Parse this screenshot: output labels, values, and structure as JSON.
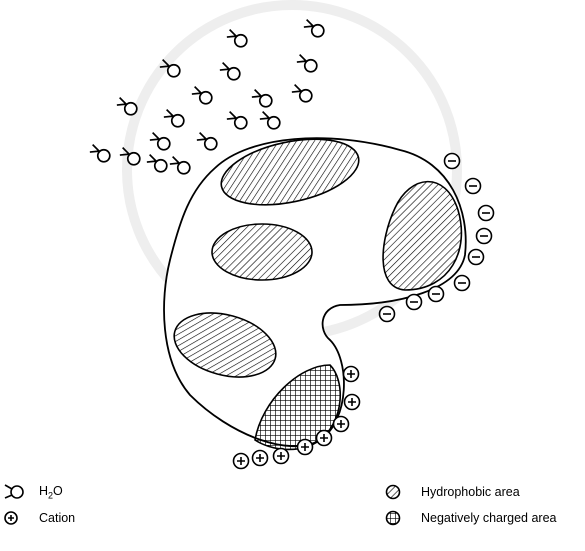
{
  "legend": {
    "water": {
      "label_main": "H",
      "label_sub": "2",
      "label_tail": "O",
      "icon": "water-molecule-icon"
    },
    "cation": {
      "label": "Cation",
      "icon": "plus-circle-icon"
    },
    "hydrophobic": {
      "label": "Hydrophobic area",
      "icon": "hatched-circle-icon"
    },
    "negative": {
      "label": "Negatively charged area",
      "icon": "crosshatched-circle-icon"
    }
  },
  "diagram": {
    "cation_symbol": "+",
    "anion_symbol": "−"
  }
}
